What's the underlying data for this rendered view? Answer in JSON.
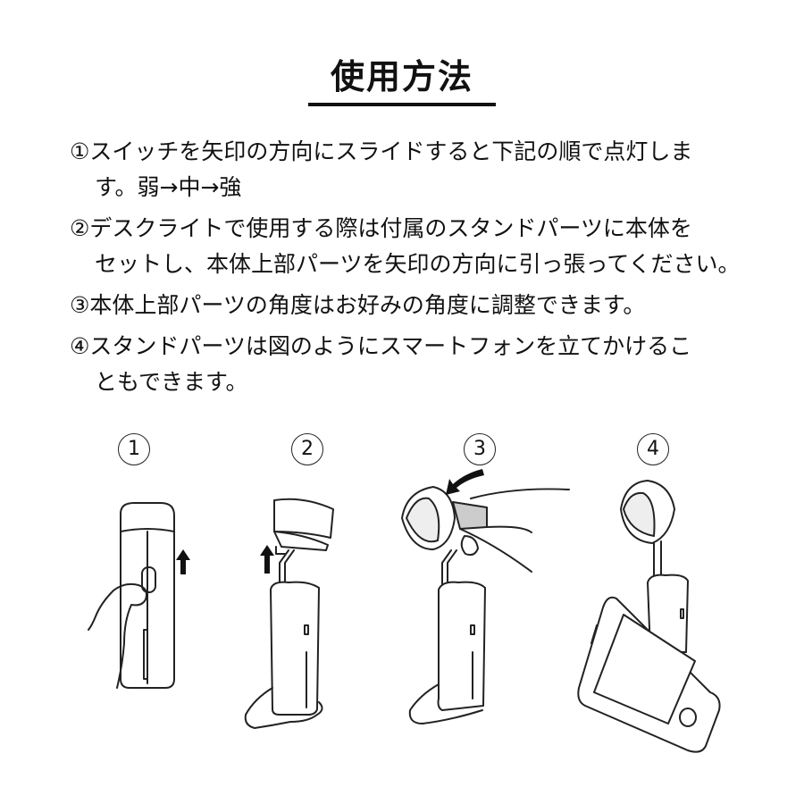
{
  "title": "使用方法",
  "steps": [
    {
      "lines": [
        "①スイッチを矢印の方向にスライドすると下記の順で点灯しま",
        "す。弱→中→強"
      ]
    },
    {
      "lines": [
        "②デスクライトで使用する際は付属のスタンドパーツに本体を",
        "セットし、本体上部パーツを矢印の方向に引っ張ってください。"
      ]
    },
    {
      "lines": [
        "③本体上部パーツの角度はお好みの角度に調整できます。"
      ]
    },
    {
      "lines": [
        "④スタンドパーツは図のようにスマートフォンを立てかけるこ",
        "ともできます。"
      ]
    }
  ],
  "figures": [
    {
      "number": "1",
      "icon": "light-switch-slide-illustration"
    },
    {
      "number": "2",
      "icon": "stand-pull-up-illustration"
    },
    {
      "number": "3",
      "icon": "head-angle-adjust-illustration"
    },
    {
      "number": "4",
      "icon": "smartphone-stand-illustration"
    }
  ]
}
